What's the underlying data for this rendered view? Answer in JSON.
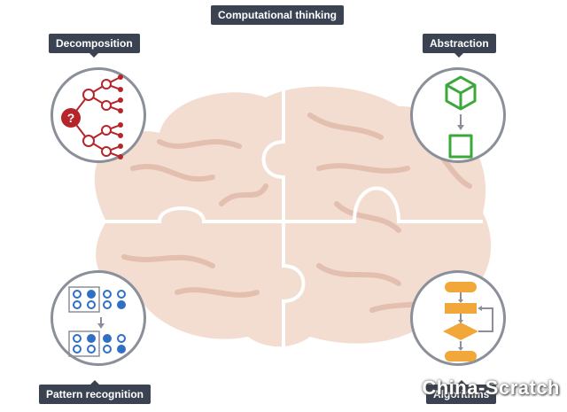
{
  "title": "Computational thinking",
  "labels": {
    "decomposition": "Decomposition",
    "abstraction": "Abstraction",
    "pattern_recognition": "Pattern recognition",
    "algorithms": "Algorithms"
  },
  "decomposition_icon_text": "?",
  "watermark": "China-Scratch",
  "colors": {
    "brain": "#f3ddd0",
    "brain_vein": "#e2bfae",
    "tag_bg": "#3b4252",
    "circle_border": "#8a8f99",
    "decomposition": "#b5252a",
    "abstraction": "#3aa83a",
    "pattern": "#2f6fc4",
    "algorithms": "#f2a73a"
  }
}
